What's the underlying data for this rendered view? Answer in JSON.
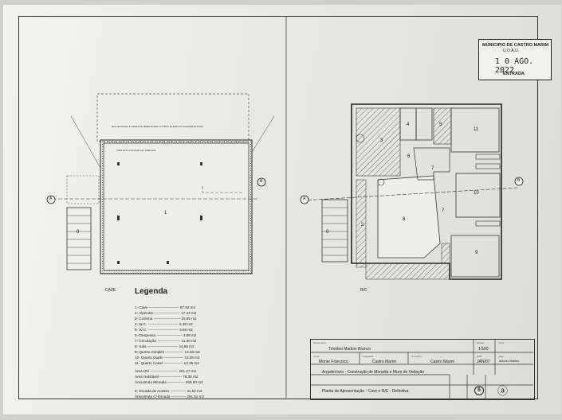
{
  "stamp": {
    "line1": "MUNICIPIO DE CASTRO MARIM",
    "line2": "U.O.A.U.",
    "date": "1 0 AGO. 2022",
    "entry": "ENTRADA"
  },
  "plans": {
    "left_caption": "CAVE",
    "right_caption": "R/C",
    "section_marks": [
      "A",
      "B",
      "A",
      "B"
    ],
    "cave_room": "1",
    "cave_stair": "0",
    "rc_rooms": [
      "2",
      "3",
      "4",
      "5",
      "6",
      "7",
      "7",
      "8",
      "9",
      "10",
      "11"
    ],
    "rc_stair": "0",
    "notes": [
      "Muro de Suporte a Construir em Betão Armado, C/ 0.90 m de altura, P/ Contenção de Terras",
      "Caixa de Ar a Construir com Isolamento"
    ]
  },
  "legend": {
    "title": "Legenda",
    "items": [
      "1- Cave ------------------------- 97.92 m2",
      "2- Alpendre --------------------- 17.33 m2",
      "3- Cozinha ---------------------- 16.85 m2",
      "4- W.C. ------------------------- 5.30 m2",
      "5- W.C. ------------------------- 3.65 m2",
      "6- Despensa --------------------- 4.88 m2",
      "7- Circulação ------------------- 11.90 m2",
      "8- Sala ------------------------- 24.69 m2",
      "9- Quarto Simples --------------- 13.36 m2",
      "10- Quarto Duplo ---------------- 13.36 m2",
      "11- Quarto Casal ---------------- 13.36 m2",
      "Área Útil ----------------------- 201.27 m2",
      "Área Habitável ------------------ 78.38 m2",
      "Área Bruta Moradia -------------- 250.00 m2",
      "0- Escada de Acesso ------------- 11.52 m2",
      "Área Bruta C/ Escada ------------ 261.52 m2"
    ]
  },
  "title_block": {
    "owner_label": "Requerente",
    "owner": "Timóteo Martins Branco",
    "scale_label": "Escala",
    "scale": "1:500",
    "process_label": "Proc.",
    "local_label": "Local",
    "local": "Monte Francisco",
    "parish_label": "Freguesia",
    "parish": "Castro Marim",
    "county_label": "Concelho",
    "county": "Castro Marim",
    "date_label": "Data",
    "date": "JAN/07",
    "author_label": "Eng.",
    "author": "António Martins",
    "work": "Arquitectura - Construção de Moradia e Muro de Vedação",
    "drawing": "Planta de Apresentação - Cave e R/C - Definitiva",
    "sheet_no": "5",
    "signature": "ⓐ"
  }
}
